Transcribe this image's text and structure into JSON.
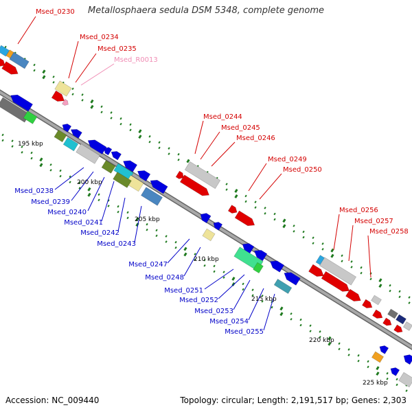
{
  "title": "Metallosphaera sedula DSM 5348, complete genome",
  "footer": {
    "accession": "Accession: NC_009440",
    "topology": "Topology: circular; Length: 2,191,517 bp; Genes: 2,303"
  },
  "colors": {
    "backbone": "#8c8c8c",
    "tick": "#1f7a1f",
    "label_red": "#d40000",
    "label_blue": "#0000c8",
    "label_pink": "#f08cb4"
  },
  "scale_labels": [
    "195 kbp",
    "200 kbp",
    "205 kbp",
    "210 kbp",
    "215 kbp",
    "220 kbp",
    "225 kbp"
  ],
  "gene_labels_top": [
    "Msed_0230",
    "Msed_0234",
    "Msed_0235",
    "Msed_R0013",
    "Msed_0244",
    "Msed_0245",
    "Msed_0246",
    "Msed_0249",
    "Msed_0250",
    "Msed_0256",
    "Msed_0257",
    "Msed_0258"
  ],
  "gene_labels_bottom": [
    "Msed_0238",
    "Msed_0239",
    "Msed_0240",
    "Msed_0241",
    "Msed_0242",
    "Msed_0243",
    "Msed_0247",
    "Msed_0248",
    "Msed_0251",
    "Msed_0252",
    "Msed_0253",
    "Msed_0254",
    "Msed_0255"
  ]
}
